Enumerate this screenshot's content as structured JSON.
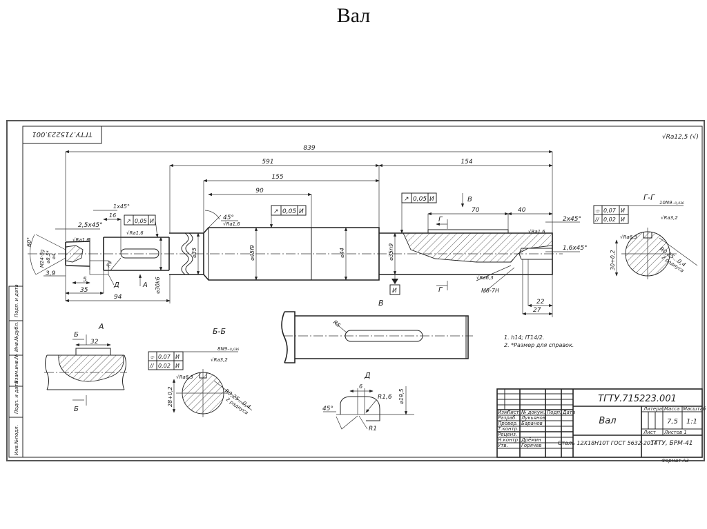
{
  "slide": {
    "title": "Вал"
  },
  "drawing": {
    "designation": "ТГТУ.715223.001",
    "designation_rotated": "ТГТУ.715223.001",
    "roughness_general": "√Ra12,5 (√)",
    "dims": {
      "d839": "839",
      "d591": "591",
      "d154": "154",
      "d155": "155",
      "d90": "90",
      "d70": "70",
      "d40": "40",
      "d94": "94",
      "d35": "35",
      "d16": "16",
      "d5": "5",
      "d3_9": "3,9",
      "d22": "22",
      "d27": "27",
      "ch1x45": "1x45°",
      "ch2_5x45": "2,5x45°",
      "ch2x45": "2x45°",
      "ch1_6x45": "1,6x45°",
      "angle45": "45°",
      "angle60": "60°",
      "m24": "M24-8g",
      "phi8_5": "⌀8,5*",
      "phi4": "⌀4",
      "phi30": "⌀30k6",
      "phi35": "⌀35",
      "phi45": "⌀45f9",
      "phi44": "⌀44",
      "phi35n9": "⌀35n9",
      "m8": "M8-7H",
      "r4": "R4",
      "ra_keyway": "√Ra1,6",
      "ra_shoulder": "√Ra1,6",
      "ra_thread": "√Ra6,3",
      "ra_end": "√Ra1,6"
    },
    "tolerances": {
      "runout_symbol": "↗",
      "runout_value": "0,05",
      "datum": "И",
      "sym_symbol": "⌯",
      "par_symbol": "//",
      "sym_value": "0,07",
      "par_value": "0,02"
    },
    "views": {
      "A": "А",
      "B": "Б",
      "V": "В",
      "G": "Г",
      "D": "Д",
      "BB": "Б-Б",
      "GG": "Г-Г"
    },
    "section_bb": {
      "keyway": "8N9₋₀,₀₃₆",
      "ra": "√Ra3,2",
      "ra_side": "√Ra6,3",
      "depth": "28+0,2",
      "radius": "R0,25...0,4",
      "radius_note": "2 радиуса"
    },
    "section_gg": {
      "keyway": "10N9₋₀,₀₃₆",
      "ra": "√Ra3,2",
      "ra_side": "√Ra6,3",
      "depth": "30+0,2",
      "radius": "R0,25...0,4",
      "radius_note": "2 радиуса"
    },
    "view_a": {
      "keyway_length": "32"
    },
    "view_v": {
      "radius": "R5"
    },
    "view_d": {
      "width": "6",
      "r1_6": "R1,6",
      "r1": "R1",
      "angle": "45°",
      "phi19_5": "⌀19,5"
    },
    "notes": [
      "1. h14; IT14/2.",
      "2. *Размер для справок."
    ],
    "side_stamp": [
      "Инв.№подл.",
      "Подп. и дата",
      "Взам.инв.№",
      "Инв.№дубл.",
      "Подп. и дата"
    ],
    "title_block": {
      "designation": "ТГТУ.715223.001",
      "name": "Вал",
      "material": "Сталь 12Х18Н10Т ГОСТ 5632-2014",
      "org": "ТГТУ, БРМ-41",
      "cols": {
        "izm": "Изм",
        "list": "Лист",
        "doc": "№ докум.",
        "sign": "Подп.",
        "date": "Дата"
      },
      "roles": [
        "Разраб.",
        "Провер.",
        "Т.контр.",
        "Реценз.",
        "Н.контр.",
        "Утв."
      ],
      "names": [
        "Лукьянов",
        "Баранов",
        "",
        "",
        "Дрёмин",
        "Горячев"
      ],
      "lit_label": "Литера",
      "mass_label": "Масса",
      "scale_label": "Масштаб",
      "mass": "7,5",
      "scale": "1:1",
      "sheet": "Лист",
      "sheets": "Листов 1",
      "format": "Формат А3"
    }
  }
}
